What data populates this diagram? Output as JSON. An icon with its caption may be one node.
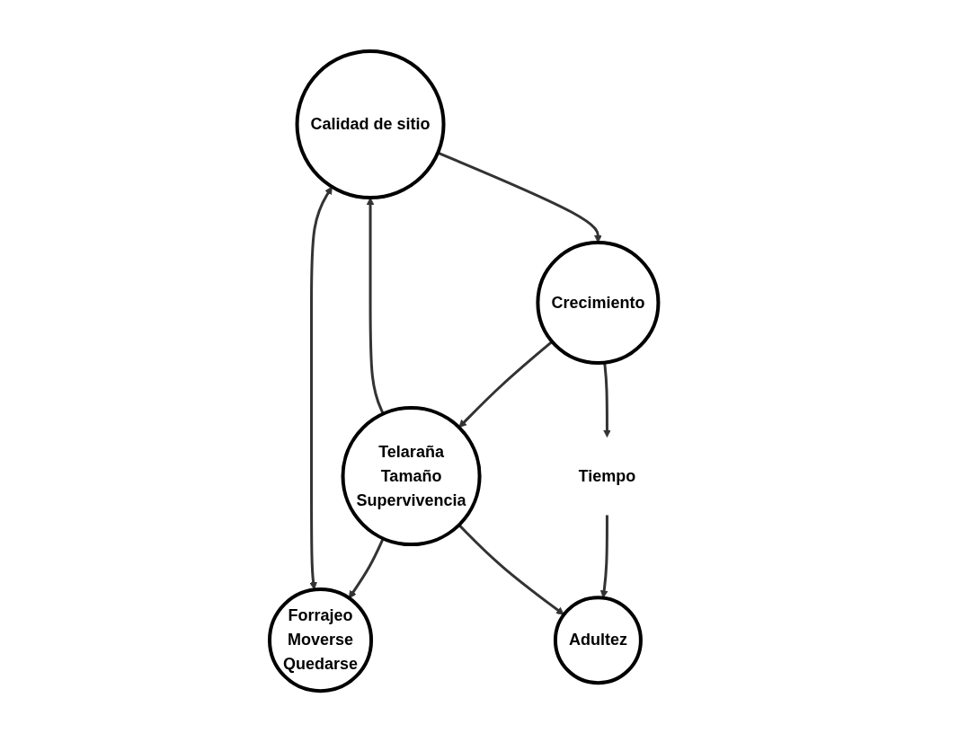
{
  "diagram": {
    "nodes": [
      {
        "text": [
          "Calidad de sitio"
        ]
      },
      {
        "text": [
          "Forrajeo",
          "Moverse",
          "Quedarse"
        ]
      },
      {
        "text": [
          "Crecimiento"
        ]
      },
      {
        "text": [
          "Telaraña",
          "Tamaño",
          "Supervivencia"
        ]
      },
      {
        "text": [
          "Tiempo"
        ]
      },
      {
        "text": [
          "Adultez"
        ]
      }
    ],
    "edges": [
      {
        "from": 1,
        "to": 0,
        "arrow": "both"
      },
      {
        "from": 0,
        "to": 2,
        "arrow": "to"
      },
      {
        "from": 2,
        "to": 3,
        "arrow": "to"
      },
      {
        "from": 3,
        "to": 0,
        "arrow": "to"
      },
      {
        "from": 3,
        "to": 1,
        "arrow": "to"
      },
      {
        "from": 2,
        "to": 4,
        "arrow": "to"
      },
      {
        "from": 4,
        "to": 5,
        "arrow": "to"
      },
      {
        "from": 3,
        "to": 5,
        "arrow": "to"
      }
    ]
  }
}
